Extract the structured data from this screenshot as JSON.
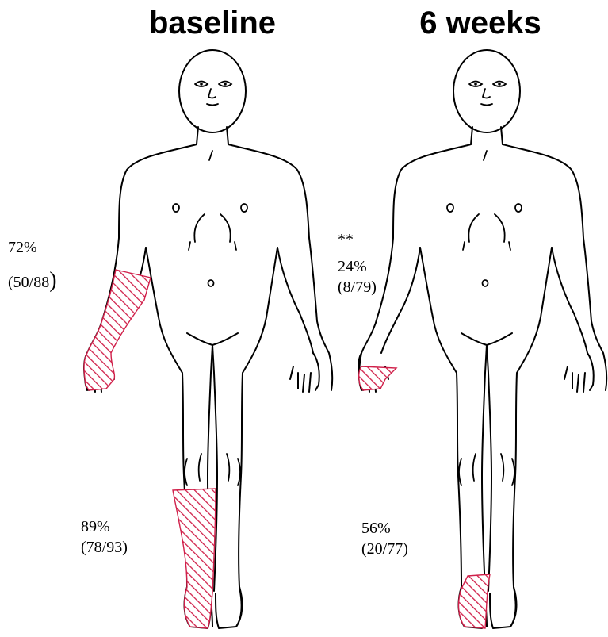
{
  "figure": {
    "panels": [
      {
        "title": "baseline",
        "regions": [
          {
            "area": "hand-forearm",
            "percent_text": "72%",
            "count_text": "(50/88",
            "count_suffix": ")"
          },
          {
            "area": "lower-leg-foot",
            "percent_text": "89%",
            "count_text": "(78/93)"
          }
        ]
      },
      {
        "title": "6 weeks",
        "regions": [
          {
            "area": "hand",
            "marker": "**",
            "percent_text": "24%",
            "count_text": "(8/79)"
          },
          {
            "area": "foot",
            "percent_text": "56%",
            "count_text": "(20/77)"
          }
        ]
      }
    ],
    "highlight_color": "#d0204a",
    "outline_color": "#000000"
  }
}
